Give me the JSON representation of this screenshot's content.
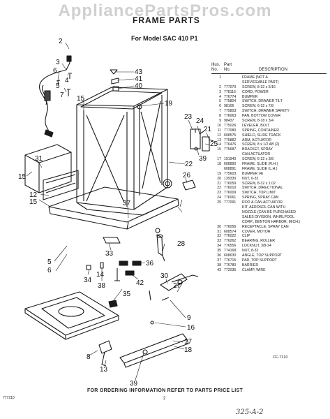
{
  "watermark": "AppliancePartsPros.com",
  "title": "FRAME PARTS",
  "subtitle": "For Model SAC 410 P1",
  "parts_header": {
    "col1_line1": "Illus.",
    "col2_line1": "Part",
    "col1_line2": "No.",
    "col2_line2": "No.",
    "col3": "DESCRIPTION"
  },
  "parts": [
    {
      "no": "1",
      "pn": "",
      "desc": "FRAME (NOT A"
    },
    {
      "no": "",
      "pn": "",
      "desc": "SERVICEABLE PART)"
    },
    {
      "no": "2",
      "pn": "777070",
      "desc": "SCREW, 8-32 x 5/16"
    },
    {
      "no": "3",
      "pn": "778116",
      "desc": "CORD, POWER"
    },
    {
      "no": "4",
      "pn": "776774",
      "desc": "BUMPER"
    },
    {
      "no": "5",
      "pn": "775804",
      "desc": "SWITCH, DRAWER TILT"
    },
    {
      "no": "6",
      "pn": "98106",
      "desc": "SCREW, 6-32 x 7/8"
    },
    {
      "no": "7",
      "pn": "775803",
      "desc": "SWITCH, DRAWER SAFETY"
    },
    {
      "no": "8",
      "pn": "776063",
      "desc": "PAN, BOTTOM COVER"
    },
    {
      "no": "9",
      "pn": "98437",
      "desc": "SCREW, 8-18 x 3/4"
    },
    {
      "no": "10",
      "pn": "775026",
      "desc": "LEVELER, BOLT"
    },
    {
      "no": "11",
      "pn": "777080",
      "desc": "SPRING, CONTAINER"
    },
    {
      "no": "12",
      "pn": "608575",
      "desc": "SHIELD, SLIDE TRACK"
    },
    {
      "no": "13",
      "pn": "775882",
      "desc": "ARM, ACTUATOR"
    },
    {
      "no": "14",
      "pn": "776476",
      "desc": "SCREW, 8 x 1/2 AB (2)"
    },
    {
      "no": "15",
      "pn": "775687",
      "desc": "BRACKET, SPRAY"
    },
    {
      "no": "",
      "pn": "",
      "desc": "CAN ACTUATOR"
    },
    {
      "no": "17",
      "pn": "191940",
      "desc": "SCREW, 6-32 x 3/8"
    },
    {
      "no": "18",
      "pn": "608890",
      "desc": "FRAME, SLIDE (R.H.)"
    },
    {
      "no": "",
      "pn": "608891",
      "desc": "FRAME, SLIDE (L.H.)"
    },
    {
      "no": "19",
      "pn": "775603",
      "desc": "BUMPER (4)"
    },
    {
      "no": "20",
      "pn": "139330",
      "desc": "NUT, 6-32"
    },
    {
      "no": "21",
      "pn": "776059",
      "desc": "SCREW, 8-32 x 1.02"
    },
    {
      "no": "22",
      "pn": "776010",
      "desc": "SWITCH, DIRECTIONAL"
    },
    {
      "no": "23",
      "pn": "776009",
      "desc": "SWITCH, TOP LIMIT"
    },
    {
      "no": "24",
      "pn": "776061",
      "desc": "SPRING, SPRAY CAN"
    },
    {
      "no": "25",
      "pn": "777091",
      "desc": "ROD & CAN ACTUATOR"
    },
    {
      "no": "",
      "pn": "",
      "desc": "KIT, AEROSOL CAN WITH"
    },
    {
      "no": "",
      "pn": "",
      "desc": "NOZZLE (CAN BE PURCHASED"
    },
    {
      "no": "",
      "pn": "",
      "desc": "SALES DIVISION, WHIRLPOOL"
    },
    {
      "no": "",
      "pn": "",
      "desc": "CORP., BENTON HARBOR, MICH.)"
    },
    {
      "no": "30",
      "pn": "776056",
      "desc": "RECEPTACLE, SPRAY CAN"
    },
    {
      "no": "31",
      "pn": "608574",
      "desc": "COVER, MOTOR"
    },
    {
      "no": "32",
      "pn": "776022",
      "desc": "CLIP"
    },
    {
      "no": "33",
      "pn": "776262",
      "desc": "BEARING, ROLLER"
    },
    {
      "no": "34",
      "pn": "776556",
      "desc": "LOCKNUT, 3/8-24"
    },
    {
      "no": "35",
      "pn": "774168",
      "desc": "NUT, 8-32"
    },
    {
      "no": "36",
      "pn": "608630",
      "desc": "ANGLE, TOP SUPPORT"
    },
    {
      "no": "37",
      "pn": "776715",
      "desc": "PAD, TOP SUPPORT"
    },
    {
      "no": "38",
      "pn": "776780",
      "desc": "BARRIER"
    },
    {
      "no": "43",
      "pn": "772035",
      "desc": "CLAMP, WIRE"
    }
  ],
  "callouts": [
    "2",
    "3",
    "6",
    "4",
    "5",
    "7",
    "43",
    "41",
    "40",
    "15",
    "19",
    "23",
    "24",
    "21",
    "25",
    "39",
    "22",
    "31",
    "15",
    "12",
    "15",
    "26",
    "37",
    "5",
    "6",
    "34",
    "38",
    "42",
    "36",
    "35",
    "33",
    "28",
    "30",
    "27",
    "9",
    "16",
    "8",
    "13",
    "39",
    "17",
    "18",
    "14"
  ],
  "footer": {
    "ordering": "FOR ORDERING INFORMATION REFER TO PARTS PRICE LIST",
    "left_code": "777210",
    "page_number": "2",
    "figure_code": "CF-7210",
    "handwritten_note": "325-A-2"
  }
}
